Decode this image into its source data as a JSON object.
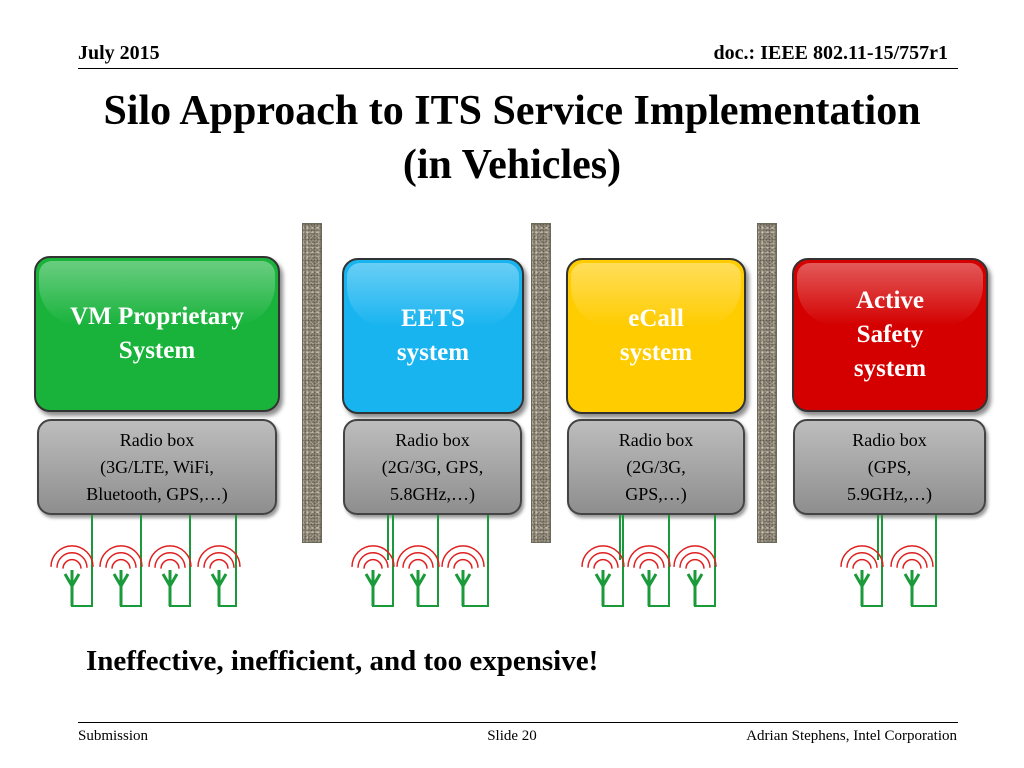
{
  "header": {
    "date": "July 2015",
    "doc": "doc.: IEEE 802.11-15/757r1"
  },
  "title": {
    "line1": "Silo Approach to ITS Service Implementation",
    "line2": "(in Vehicles)"
  },
  "silos": [
    {
      "system_label": "VM Proprietary\nSystem",
      "system_color": "#19b33c",
      "radio_label": "Radio box\n(3G/LTE, WiFi,\nBluetooth, GPS,…)",
      "antenna_count": 4,
      "text_color": "#ffffff"
    },
    {
      "system_label": "EETS\nsystem",
      "system_color": "#18b4f0",
      "radio_label": "Radio box\n(2G/3G, GPS,\n5.8GHz,…)",
      "antenna_count": 3,
      "text_color": "#ffffff"
    },
    {
      "system_label": "eCall\nsystem",
      "system_color": "#ffcc00",
      "radio_label": "Radio box\n(2G/3G,\nGPS,…)",
      "antenna_count": 3,
      "text_color": "#ffffff"
    },
    {
      "system_label": "Active\nSafety\nsystem",
      "system_color": "#d40000",
      "radio_label": "Radio box\n(GPS,\n5.9GHz,…)",
      "antenna_count": 2,
      "text_color": "#ffffff"
    }
  ],
  "conclusion": "Ineffective, inefficient, and too expensive!",
  "footer": {
    "left": "Submission",
    "center": "Slide 20",
    "right": "Adrian Stephens, Intel Corporation"
  },
  "colors": {
    "antenna_green": "#1a9a3a",
    "signal_red": "#e02020"
  }
}
